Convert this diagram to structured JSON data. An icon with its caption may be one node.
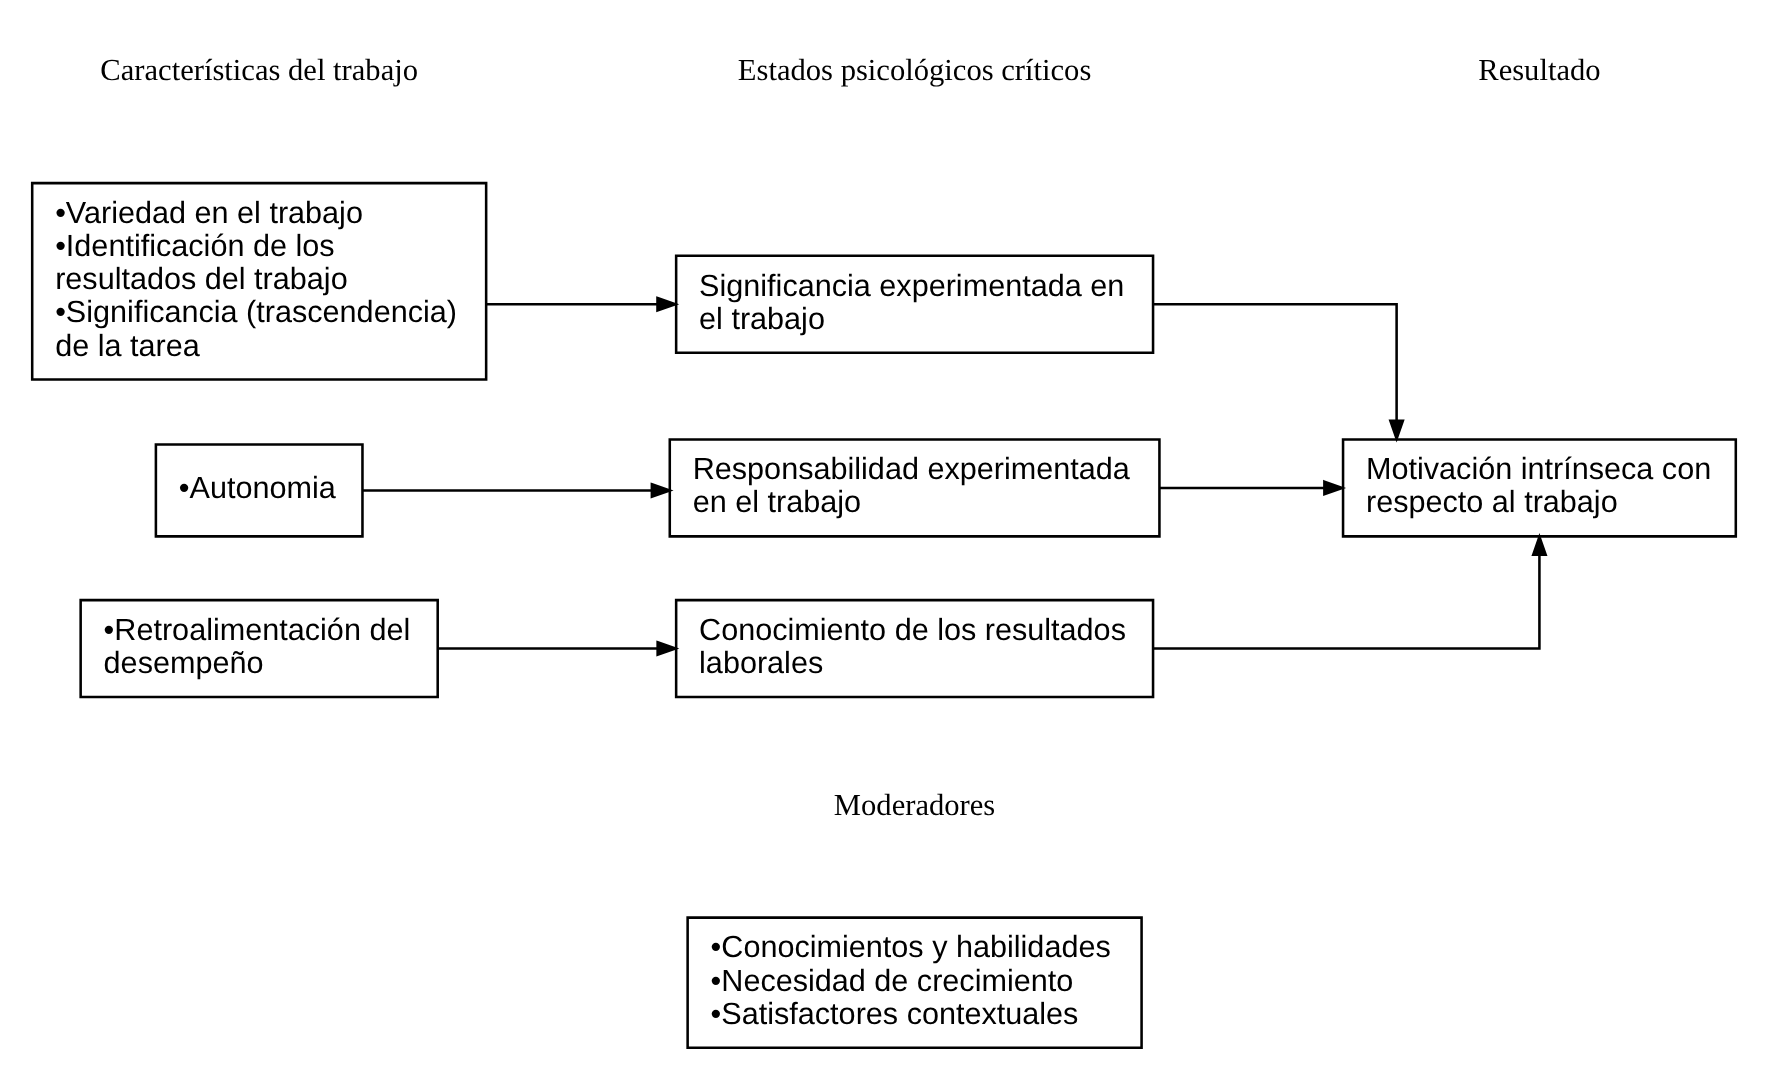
{
  "diagram": {
    "nodes": [
      {
        "text": [
          "•Variedad en el trabajo",
          "•Identificación de los resultados del trabajo",
          "•Significancia (trascendencia) de la tarea"
        ]
      },
      {
        "text": [
          "Significancia experimentada en el trabajo"
        ]
      },
      {
        "text": [
          "Motivación intrínseca con respecto al trabajo"
        ]
      },
      {
        "text": [
          "•Autonomia"
        ]
      },
      {
        "text": [
          "Responsabilidad experimentada en el trabajo"
        ]
      },
      {
        "text": [
          "•Retroalimentación del desempeño"
        ]
      },
      {
        "text": [
          "Conocimiento de los resultados laborales"
        ]
      },
      {
        "text": [
          "•Conocimientos y habilidades",
          "•Necesidad de crecimiento",
          "•Satisfactores contextuales"
        ]
      }
    ],
    "edges": [
      {
        "from": 0,
        "to": 1,
        "arrow": "to"
      },
      {
        "from": 1,
        "to": 2,
        "arrow": "to"
      },
      {
        "from": 3,
        "to": 4,
        "arrow": "to"
      },
      {
        "from": 4,
        "to": 2,
        "arrow": "to"
      },
      {
        "from": 5,
        "to": 6,
        "arrow": "to"
      },
      {
        "from": 6,
        "to": 2,
        "arrow": "to"
      }
    ],
    "labels": [
      "Características del trabajo",
      "Estados psicológicos críticos",
      "Resultado",
      "Moderadores"
    ]
  }
}
